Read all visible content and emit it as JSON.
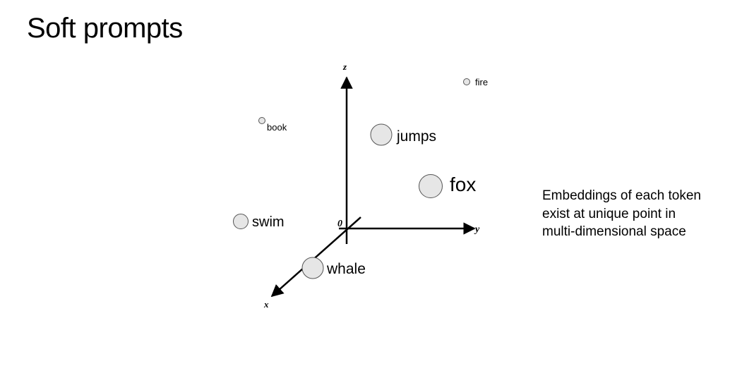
{
  "title": "Soft prompts",
  "diagram": {
    "axes": {
      "x_label": "x",
      "y_label": "y",
      "z_label": "z",
      "origin_label": "0"
    },
    "tokens": [
      {
        "id": "fire",
        "label": "fire"
      },
      {
        "id": "book",
        "label": "book"
      },
      {
        "id": "jumps",
        "label": "jumps"
      },
      {
        "id": "fox",
        "label": "fox"
      },
      {
        "id": "swim",
        "label": "swim"
      },
      {
        "id": "whale",
        "label": "whale"
      }
    ],
    "colors": {
      "node_fill": "#e6e6e6",
      "node_stroke": "#555555",
      "axis": "#000000"
    }
  },
  "caption": {
    "lines": [
      "Embeddings of each token",
      "exist at unique point in",
      "multi-dimensional space"
    ]
  }
}
